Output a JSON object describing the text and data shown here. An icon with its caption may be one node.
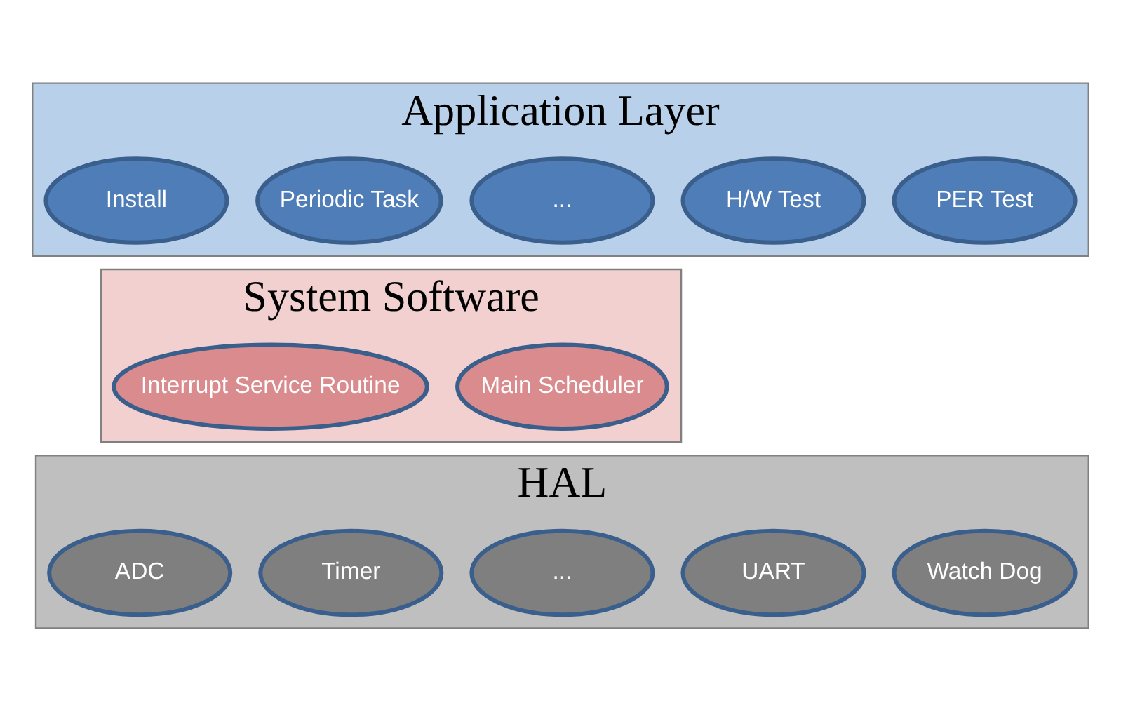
{
  "diagram": {
    "nodes": [
      {
        "text": [
          "Application Layer"
        ]
      },
      {
        "text": [
          "Install"
        ],
        "in": 0
      },
      {
        "text": [
          "Periodic Task"
        ],
        "in": 0
      },
      {
        "text": [
          "..."
        ],
        "in": 0
      },
      {
        "text": [
          "H/W Test"
        ],
        "in": 0
      },
      {
        "text": [
          "PER Test"
        ],
        "in": 0
      },
      {
        "text": [
          "System Software"
        ]
      },
      {
        "text": [
          "Interrupt Service Routine"
        ],
        "in": 6
      },
      {
        "text": [
          "Main Scheduler"
        ],
        "in": 6
      },
      {
        "text": [
          "HAL"
        ]
      },
      {
        "text": [
          "ADC"
        ],
        "in": 9
      },
      {
        "text": [
          "Timer"
        ],
        "in": 9
      },
      {
        "text": [
          "..."
        ],
        "in": 9
      },
      {
        "text": [
          "UART"
        ],
        "in": 9
      },
      {
        "text": [
          "Watch Dog"
        ],
        "in": 9
      }
    ],
    "edges": []
  }
}
